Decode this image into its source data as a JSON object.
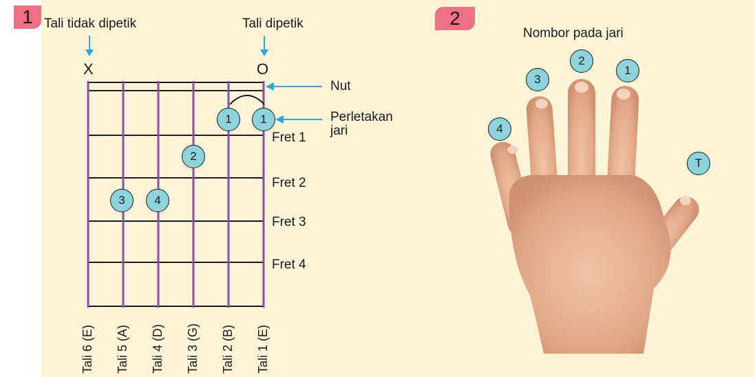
{
  "panel1": {
    "badge": "1",
    "label_not_plucked": "Tali tidak dipetik",
    "label_plucked": "Tali dipetik",
    "mark_x": "X",
    "mark_o": "O",
    "nut_label": "Nut",
    "finger_place_label_1": "Perletakan",
    "finger_place_label_2": "jari",
    "frets": [
      "Fret 1",
      "Fret 2",
      "Fret 3",
      "Fret 4"
    ],
    "strings": [
      "Tali 6 (E)",
      "Tali 5 (A)",
      "Tali 4 (D)",
      "Tali 3 (G)",
      "Tali 2 (B)",
      "Tali 1 (E)"
    ],
    "finger_marks": [
      {
        "finger": "1",
        "string": "Tali 2 (B)",
        "fret": "Fret 1"
      },
      {
        "finger": "1",
        "string": "Tali 1 (E)",
        "fret": "Fret 1"
      },
      {
        "finger": "2",
        "string": "Tali 3 (G)",
        "fret": "Fret 2"
      },
      {
        "finger": "3",
        "string": "Tali 5 (A)",
        "fret": "Fret 3"
      },
      {
        "finger": "4",
        "string": "Tali 4 (D)",
        "fret": "Fret 3"
      }
    ],
    "colors": {
      "strings": "#8b4fa3",
      "arrows": "#29a8e0",
      "circles": "#8dd3dc"
    }
  },
  "panel2": {
    "badge": "2",
    "title": "Nombor pada jari",
    "fingers": [
      "1",
      "2",
      "3",
      "4",
      "T"
    ]
  },
  "colors": {
    "badge": "#ef6f83",
    "panel_bg": "#fdf3d6",
    "skin": "#e8b28f"
  }
}
